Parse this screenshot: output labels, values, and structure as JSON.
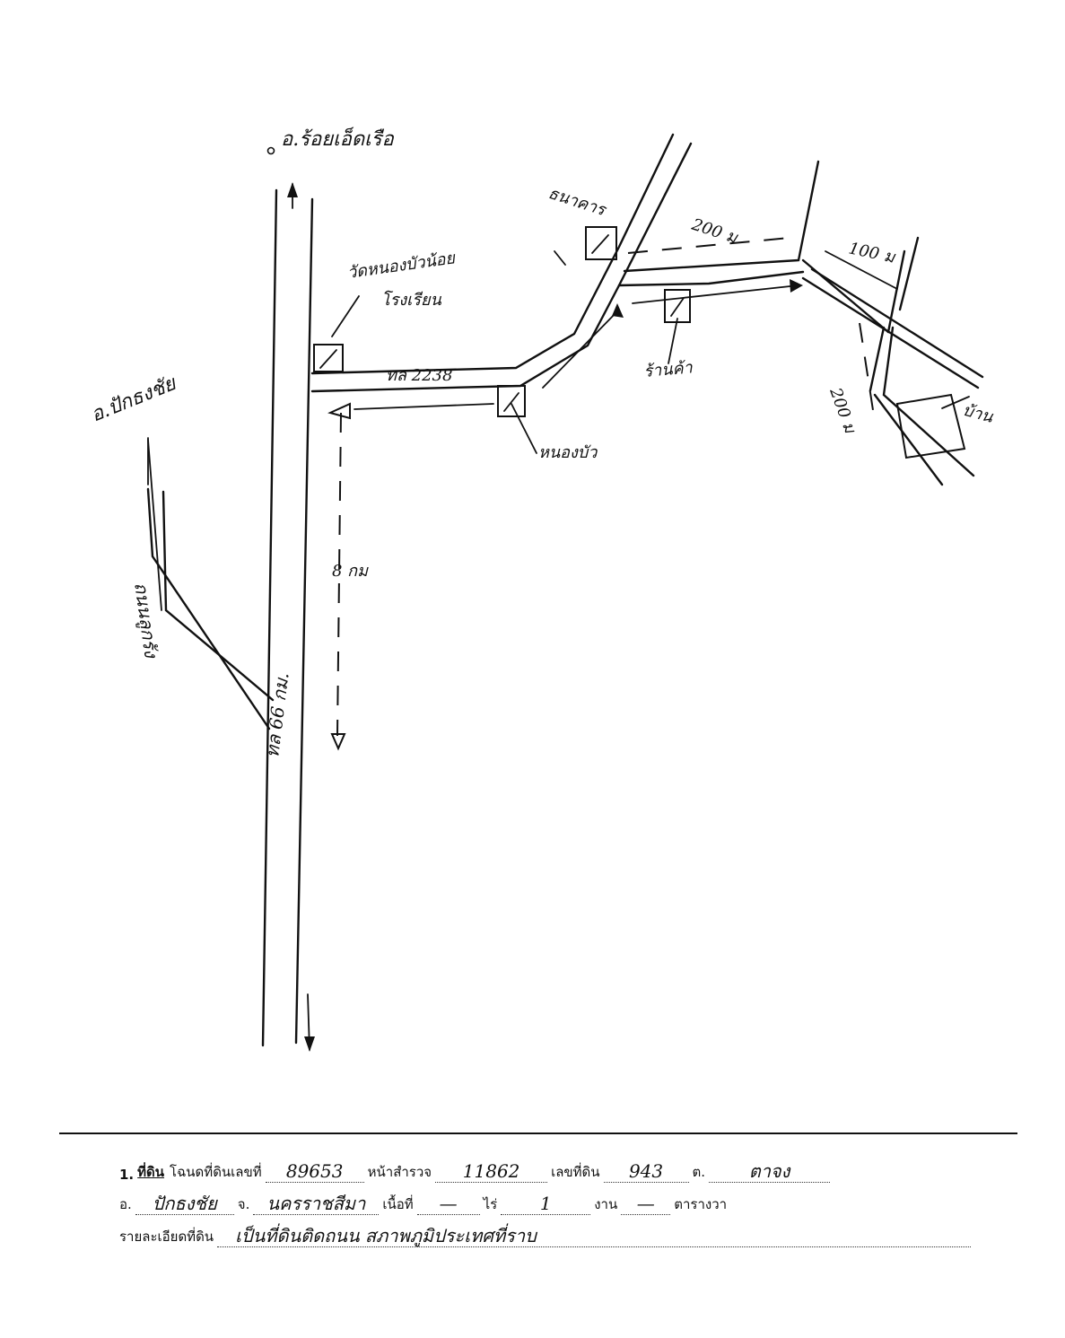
{
  "map": {
    "labels": {
      "north_town": "อ.ร้อยเอ็ดเรือ",
      "west_town": "อ.ปักธงชัย",
      "temple_label": "วัดหนองบัวน้อย",
      "school_label": "โรงเรียน",
      "pond_label": "หนองบัว",
      "bank_label": "ธนาคาร",
      "shop_label": "ร้านค้า",
      "house_label": "บ้าน",
      "road_2238": "ทล 2238",
      "highway_label": "ทล 66 กม.",
      "side_road_label": "ถนนลูกรัง",
      "dist_south": "8 กม",
      "dist_a": "200 ม",
      "dist_b": "100 ม",
      "dist_c": "200 ม"
    },
    "colors": {
      "ink": "#111111",
      "paper": "#ffffff"
    }
  },
  "form": {
    "row1": {
      "number": "1.",
      "section_label": "ที่ดิน",
      "deed_label": "โฉนดที่ดินเลขที่",
      "deed_no": "89653",
      "survey_label": "หน้าสำรวจ",
      "survey_no": "11862",
      "land_no_label": "เลขที่ดิน",
      "land_no": "943",
      "tambon_label": "ต.",
      "tambon": "ตาจง"
    },
    "row2": {
      "amphoe_label": "อ.",
      "amphoe": "ปักธงชัย",
      "province_label": "จ.",
      "province": "นครราชสีมา",
      "area_label": "เนื้อที่",
      "rai": "—",
      "rai_label": "ไร่",
      "ngan": "1",
      "ngan_label": "งาน",
      "wa": "—",
      "wa_label": "ตารางวา"
    },
    "row3": {
      "detail_label": "รายละเอียดที่ดิน",
      "detail": "เป็นที่ดินติดถนน สภาพภูมิประเทศที่ราบ"
    }
  }
}
